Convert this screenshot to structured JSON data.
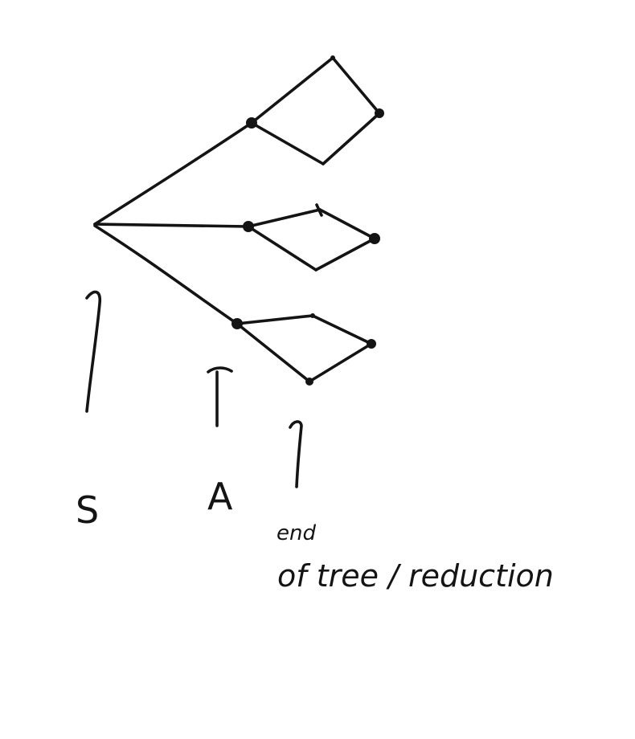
{
  "labels": {
    "s": "S",
    "a": "A",
    "end_line1": "end",
    "end_line2": "of tree / reduction"
  }
}
